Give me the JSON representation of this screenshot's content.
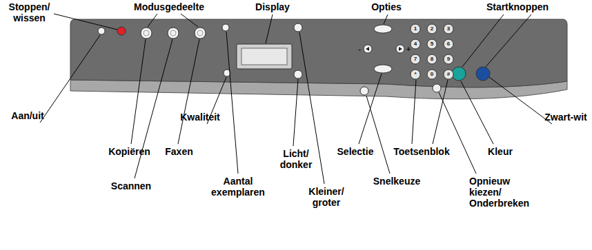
{
  "diagram": {
    "labels": [
      "Stoppen/ wissen",
      "Modusgedeelte",
      "Display",
      "Opties",
      "Startknoppen",
      "Aan/uit",
      "Kopiëren",
      "Faxen",
      "Kwaliteit",
      "Selectie",
      "Toetsenblok",
      "Kleur",
      "Zwart-wit",
      "Scannen",
      "Aantal exemplaren",
      "Licht/ donker",
      "Kleiner/ groter",
      "Snelkeuze",
      "Opnieuw kiezen/ Onderbreken",
      "-",
      "+",
      "1",
      "2",
      "3",
      "4",
      "5",
      "6",
      "7",
      "8",
      "9",
      "*",
      "0",
      "#"
    ]
  }
}
